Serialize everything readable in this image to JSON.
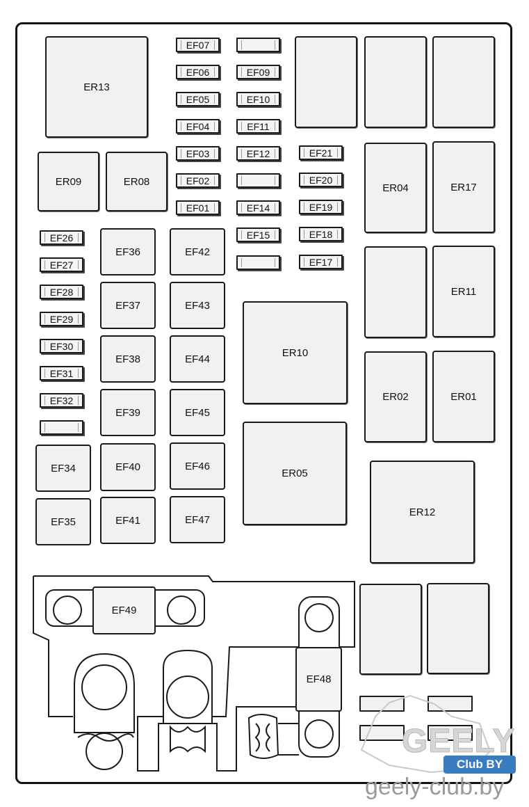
{
  "relays": {
    "ER13": "ER13",
    "ER09": "ER09",
    "ER08": "ER08",
    "ER04": "ER04",
    "ER17": "ER17",
    "ER11": "ER11",
    "ER10": "ER10",
    "ER02": "ER02",
    "ER01": "ER01",
    "ER05": "ER05",
    "ER12": "ER12"
  },
  "mini_fuses": {
    "EF07": "EF07",
    "EF06": "EF06",
    "EF05": "EF05",
    "EF04": "EF04",
    "EF03": "EF03",
    "EF02": "EF02",
    "EF01": "EF01",
    "EF09": "EF09",
    "EF10": "EF10",
    "EF11": "EF11",
    "EF12": "EF12",
    "EF14": "EF14",
    "EF15": "EF15",
    "EF21": "EF21",
    "EF20": "EF20",
    "EF19": "EF19",
    "EF18": "EF18",
    "EF17": "EF17",
    "EF26": "EF26",
    "EF27": "EF27",
    "EF28": "EF28",
    "EF29": "EF29",
    "EF30": "EF30",
    "EF31": "EF31",
    "EF32": "EF32"
  },
  "cartridge_fuses": {
    "EF36": "EF36",
    "EF37": "EF37",
    "EF38": "EF38",
    "EF39": "EF39",
    "EF40": "EF40",
    "EF41": "EF41",
    "EF42": "EF42",
    "EF43": "EF43",
    "EF44": "EF44",
    "EF45": "EF45",
    "EF46": "EF46",
    "EF47": "EF47",
    "EF34": "EF34",
    "EF35": "EF35"
  },
  "main_fuses": {
    "EF49": "EF49",
    "EF48": "EF48"
  },
  "watermark": {
    "brand": "GEELY",
    "club": "Club BY",
    "url": "geely-club.by"
  }
}
